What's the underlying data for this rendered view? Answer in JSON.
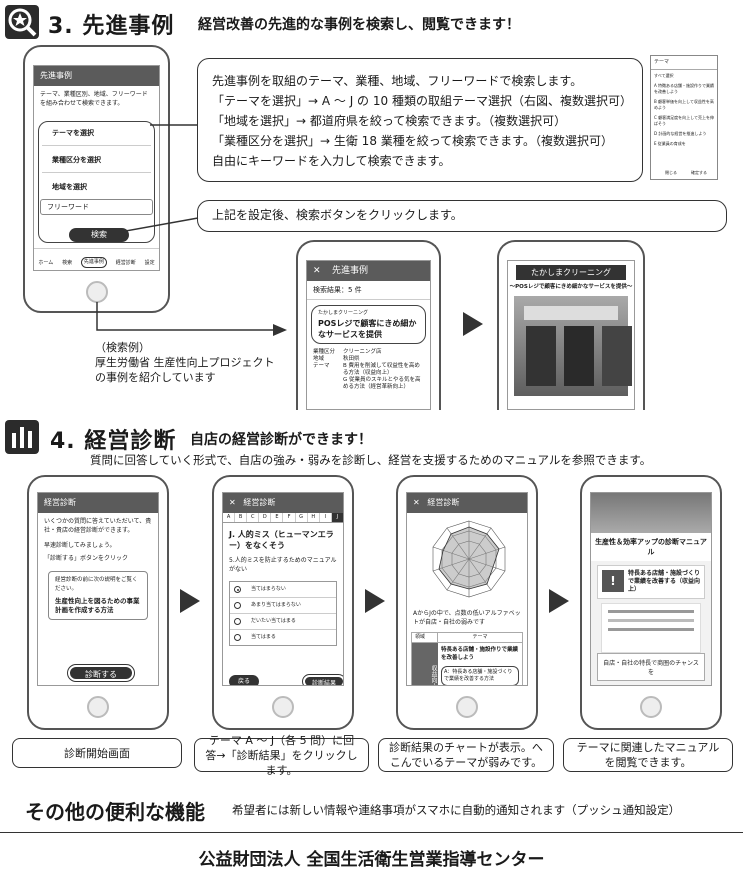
{
  "section3": {
    "title": "3. 先進事例",
    "subtitle": "経営改善の先進的な事例を検索し、閲覧できます！",
    "phone": {
      "header": "先進事例",
      "intro": "テーマ、業種区別、地域、フリーワードを組み合わせて検索できます。",
      "options": [
        "テーマを選択",
        "業種区分を選択",
        "地域を選択"
      ],
      "freeword_placeholder": "フリーワード",
      "search_button": "検索",
      "nav": [
        "ホーム",
        "検索",
        "先進事例",
        "経営診断",
        "設定"
      ]
    },
    "bubble1": [
      "先進事例を取組のテーマ、業種、地域、フリーワードで検索します。",
      "「テーマを選択」→ A ～ J の 10 種類の取組テーマ選択（右図、複数選択可）",
      "「地域を選択」→ 都道府県を絞って検索できます。（複数選択可）",
      "「業種区分を選択」→ 生衛 18 業種を絞って検索できます。（複数選択可）",
      "自由にキーワードを入力して検索できます。"
    ],
    "theme_panel": {
      "title": "テーマ",
      "items": [
        "すべて選択",
        "A 特徴ある店舗・施設作りで業績を改善しよう",
        "B 顧客単価を向上して収益性を高めよう",
        "C 顧客満足度を向上して売上を伸ばそう",
        "D 計画的な経営を推進しよう",
        "E 従業員の育成を"
      ],
      "close": "閉じる",
      "confirm": "確定する"
    },
    "bubble2": "上記を設定後、検索ボタンをクリックします。",
    "example_label": [
      "（検索例）",
      "厚生労働省 生産性向上プロジェクト",
      "の事例を紹介しています"
    ],
    "result_phone": {
      "header": "先進事例",
      "count": "検索結果：5 件",
      "shop_small": "たかしまクリーニング",
      "case_title": "POSレジで顧客にきめ細かなサービスを提供",
      "rows": [
        {
          "k": "業種区分",
          "v": "クリーニング店"
        },
        {
          "k": "地域",
          "v": "秋田県"
        },
        {
          "k": "テーマ",
          "v": "B 費用を削減して収益性を高める方法（収益向上）"
        },
        {
          "k": "",
          "v": "G 従業員のスキルとやる気を高める方法（経営革新向上）"
        }
      ]
    },
    "detail_phone": {
      "shop": "たかしまクリーニング",
      "subtitle": "～POSレジで顧客にきめ細かなサービスを提供～"
    }
  },
  "section4": {
    "title": "4. 経営診断",
    "subtitle": "自店の経営診断ができます！",
    "desc": "質問に回答していく形式で、自店の強み・弱みを診断し、経営を支援するためのマニュアルを参照できます。",
    "phone1": {
      "header": "経営診断",
      "text1": "いくつかの質問に答えていただいて、貴社・貴店の経営診断ができます。",
      "text2": "早速診断してみましょう。",
      "text3": "「診断する」ボタンをクリック",
      "box_lead": "経営診断の前に次の説明をご覧ください。",
      "box_title": "生産性向上を図るための事業計画を作成する方法",
      "button": "診断する"
    },
    "phone2": {
      "header": "経営診断",
      "letters": [
        "A",
        "B",
        "C",
        "D",
        "E",
        "F",
        "G",
        "H",
        "I",
        "J"
      ],
      "question_title": "J. 人的ミス（ヒューマンエラー）をなくそう",
      "question": "5.人的ミスを防止するためのマニュアルがない",
      "answers": [
        "当てはまらない",
        "あまり当てはまらない",
        "だいたい当てはまる",
        "当てはまる"
      ],
      "back": "戻る",
      "result": "診断結果"
    },
    "phone3": {
      "header": "経営診断",
      "text": "AからJの中で、点数の低いアルファベットが自店・自社の弱みです",
      "table_head": [
        "領域",
        "テーマ"
      ],
      "side_label": "収益向上",
      "item1": "特長ある店舗・施設作りで業績を改善しよう",
      "item2": "A：特長ある店舗・施設づくりで業績を改善する方法"
    },
    "phone4": {
      "banner": "生産性＆効率アップの診断マニュアル",
      "item_a": "特長ある店舗・施設づくりで業績を改善する（収益向上）",
      "bottom": "自店・自社の特長で商圏のチャンスを"
    },
    "labels": [
      "診断開始画面",
      "テーマ A ～ J（各 5 問）に回答→「診断結果」をクリックします。",
      "診断結果のチャートが表示。へこんでいるテーマが弱みです。",
      "テーマに関連したマニュアルを閲覧できます。"
    ]
  },
  "other": {
    "title": "その他の便利な機能",
    "desc": "希望者には新しい情報や連絡事項がスマホに自動的通知されます（プッシュ通知設定）"
  },
  "footer": "公益財団法人 全国生活衛生営業指導センター"
}
